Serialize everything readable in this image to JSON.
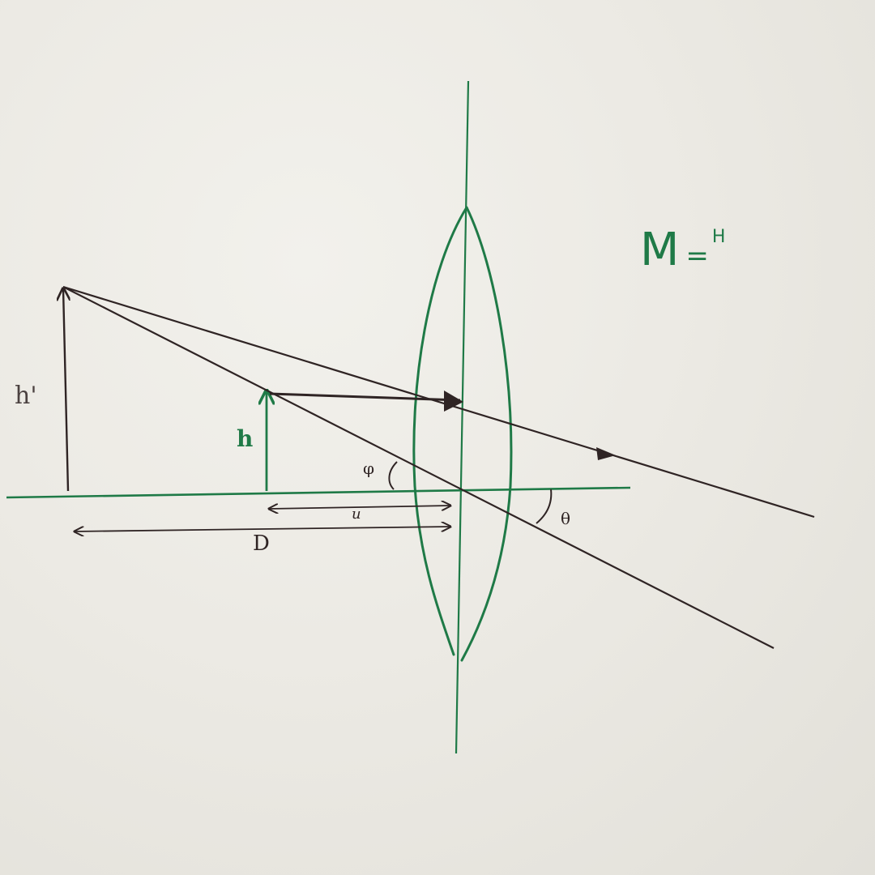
{
  "colors": {
    "paper": "#eceae4",
    "green": "#1f7a47",
    "ink": "#2f2424"
  },
  "labels": {
    "object_height": "h",
    "image_height": "h'",
    "object_angle": "φ",
    "image_angle": "θ",
    "object_distance": "u",
    "image_distance": "D"
  },
  "formula": {
    "lhs": "M",
    "equals": "=",
    "rhs": "H"
  }
}
